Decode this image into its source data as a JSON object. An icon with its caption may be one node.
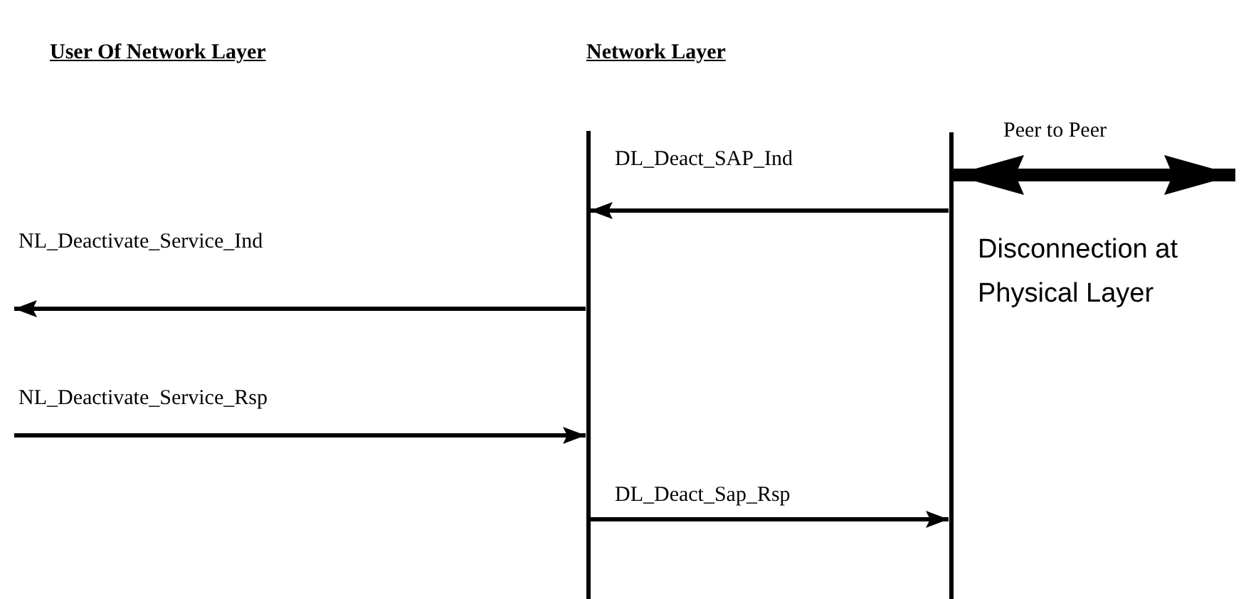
{
  "diagram": {
    "nodes": [
      {
        "text": [],
        "shape": "bar"
      },
      {
        "text": [],
        "shape": "bar"
      }
    ],
    "edges": [
      {
        "from": 1,
        "to": 0,
        "arrow": "to",
        "label": "DL_Deact_SAP_Ind"
      },
      {
        "from": 0,
        "to": null,
        "arrow": "to",
        "label": "NL_Deactivate_Service_Ind"
      },
      {
        "from": null,
        "to": 0,
        "arrow": "to",
        "label": "NL_Deactivate_Service_Rsp"
      },
      {
        "from": 0,
        "to": 1,
        "arrow": "to",
        "label": "DL_Deact_Sap_Rsp"
      },
      {
        "from": 1,
        "to": null,
        "arrow": "both",
        "style": "thick",
        "label": "Peer to Peer"
      }
    ],
    "labels": [
      "User Of Network Layer",
      "Network Layer",
      "Disconnection at Physical Layer"
    ]
  }
}
